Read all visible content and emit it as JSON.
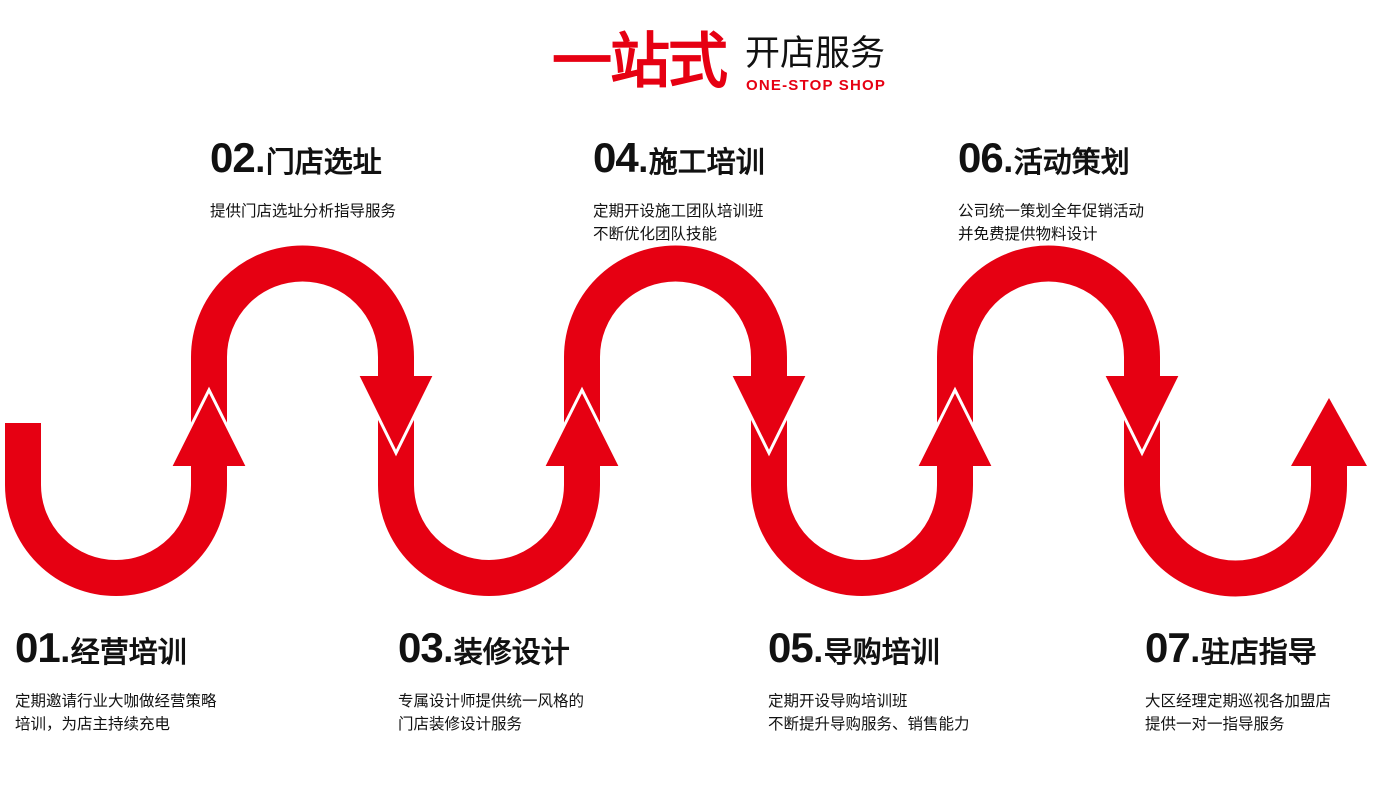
{
  "header": {
    "title_red": "一站式",
    "title_black": "开店服务",
    "title_en": "ONE-STOP SHOP"
  },
  "colors": {
    "accent": "#e60012",
    "text": "#111111"
  },
  "steps": [
    {
      "num": "01",
      "name": ".经营培训",
      "lines": [
        "定期邀请行业大咖做经营策略",
        "培训，为店主持续充电"
      ]
    },
    {
      "num": "02",
      "name": ".门店选址",
      "lines": [
        "提供门店选址分析指导服务"
      ]
    },
    {
      "num": "03",
      "name": ".装修设计",
      "lines": [
        "专属设计师提供统一风格的",
        "门店装修设计服务"
      ]
    },
    {
      "num": "04",
      "name": ".施工培训",
      "lines": [
        "定期开设施工团队培训班",
        "不断优化团队技能"
      ]
    },
    {
      "num": "05",
      "name": ".导购培训",
      "lines": [
        "定期开设导购培训班",
        "不断提升导购服务、销售能力"
      ]
    },
    {
      "num": "06",
      "name": ".活动策划",
      "lines": [
        "公司统一策划全年促销活动",
        "并免费提供物料设计"
      ]
    },
    {
      "num": "07",
      "name": ".驻店指导",
      "lines": [
        "大区经理定期巡视各加盟店",
        "提供一对一指导服务"
      ]
    }
  ]
}
